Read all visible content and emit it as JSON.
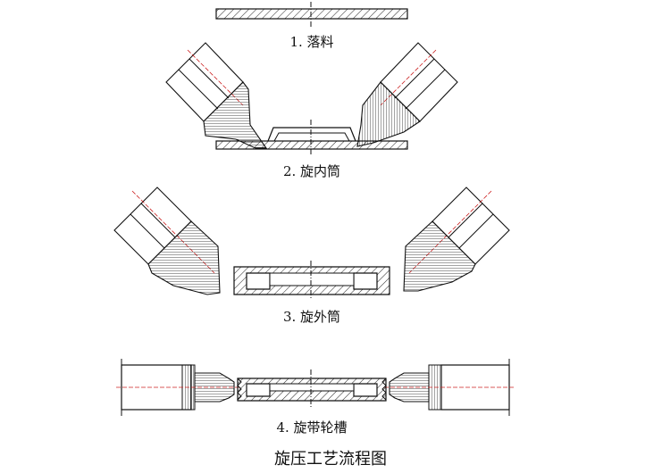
{
  "steps": [
    {
      "label": "1. 落料"
    },
    {
      "label": "2. 旋内筒"
    },
    {
      "label": "3. 旋外筒"
    },
    {
      "label": "4. 旋带轮槽"
    }
  ],
  "title": "旋压工艺流程图",
  "colors": {
    "line": "#111111",
    "centerline": "#cc2222",
    "background": "#ffffff"
  }
}
